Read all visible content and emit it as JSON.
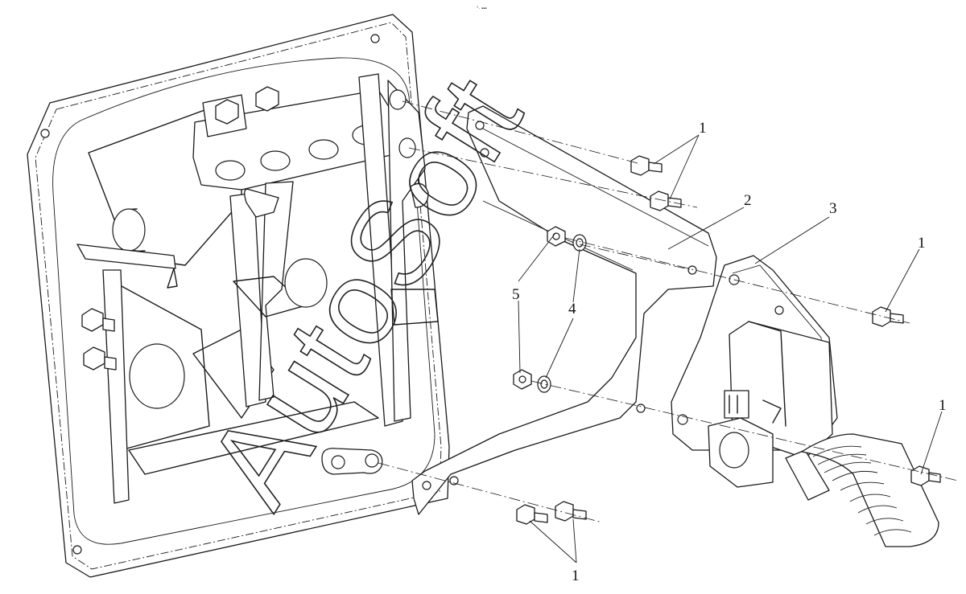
{
  "watermark": "AutoSoft",
  "stamp": "°· ▪▪▪",
  "callouts": [
    {
      "id": "bolt-top-right",
      "label": "1"
    },
    {
      "id": "bracket",
      "label": "2"
    },
    {
      "id": "pedal-bracket",
      "label": "3"
    },
    {
      "id": "bolt-right",
      "label": "1"
    },
    {
      "id": "nut",
      "label": "5"
    },
    {
      "id": "washer",
      "label": "4"
    },
    {
      "id": "bolt-far-right",
      "label": "1"
    },
    {
      "id": "bolt-bottom",
      "label": "1"
    }
  ]
}
